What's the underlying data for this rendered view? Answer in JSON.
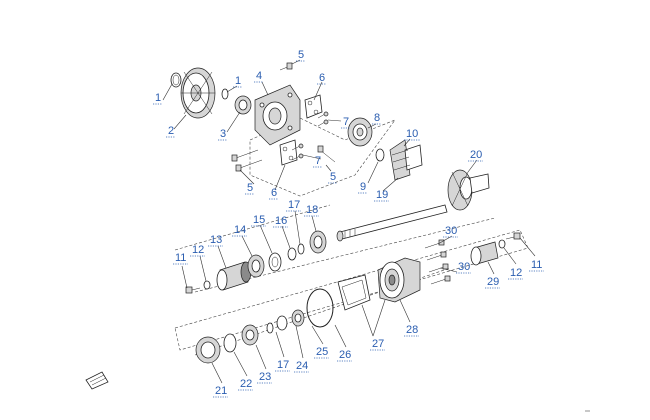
{
  "diagram": {
    "callouts": [
      "1",
      "1",
      "2",
      "3",
      "4",
      "5",
      "5",
      "5",
      "6",
      "6",
      "7",
      "7",
      "8",
      "9",
      "10",
      "11",
      "11",
      "12",
      "12",
      "13",
      "14",
      "15",
      "16",
      "17",
      "17",
      "18",
      "19",
      "20",
      "21",
      "22",
      "23",
      "24",
      "25",
      "26",
      "27",
      "28",
      "29",
      "30",
      "30"
    ]
  }
}
